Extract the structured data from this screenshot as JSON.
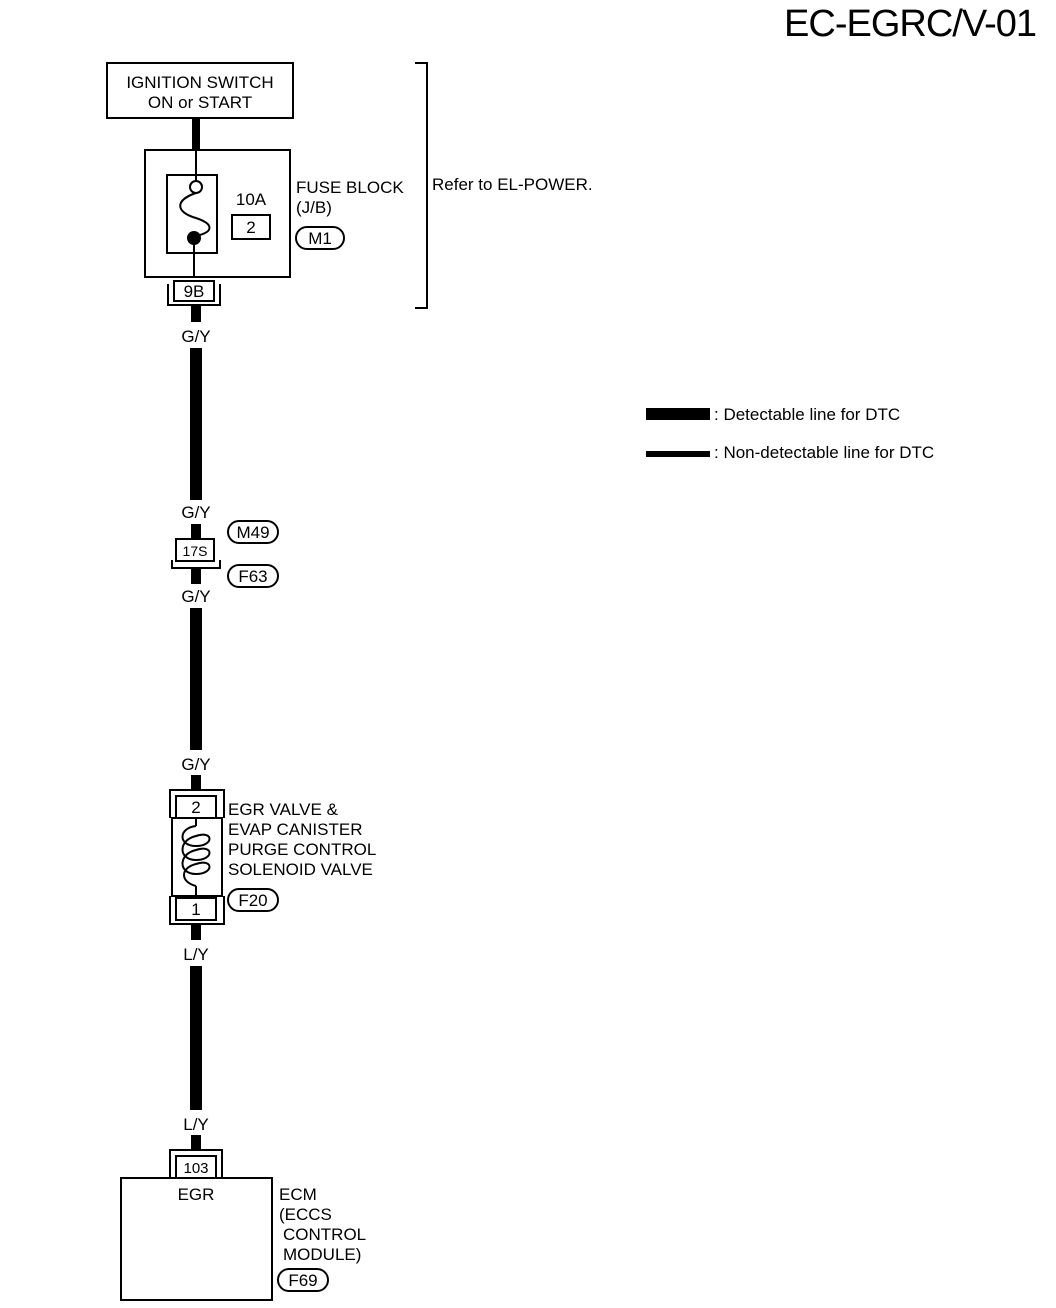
{
  "page_title": "EC-EGRC/V-01",
  "ignition": {
    "line1": "IGNITION SWITCH",
    "line2": "ON or START"
  },
  "fuse": {
    "rating": "10A",
    "number": "2",
    "label": "FUSE BLOCK",
    "sub": "(J/B)",
    "connector": "M1",
    "terminal": "9B",
    "reference": "Refer to EL-POWER."
  },
  "wires": {
    "gy": "G/Y",
    "ly": "L/Y"
  },
  "joint": {
    "terminal": "17S",
    "connector_top": "M49",
    "connector_bottom": "F63"
  },
  "egr_valve": {
    "terminal_top": "2",
    "terminal_bottom": "1",
    "line1": "EGR VALVE &",
    "line2": "EVAP CANISTER",
    "line3": "PURGE CONTROL",
    "line4": "SOLENOID VALVE",
    "connector": "F20"
  },
  "ecm": {
    "terminal": "103",
    "pin_label": "EGR",
    "line1": "ECM",
    "line2": "(ECCS",
    "line3": "CONTROL",
    "line4": "MODULE)",
    "connector": "F69"
  },
  "legend": {
    "detectable": ": Detectable line for DTC",
    "non_detectable": ": Non-detectable line for DTC"
  }
}
